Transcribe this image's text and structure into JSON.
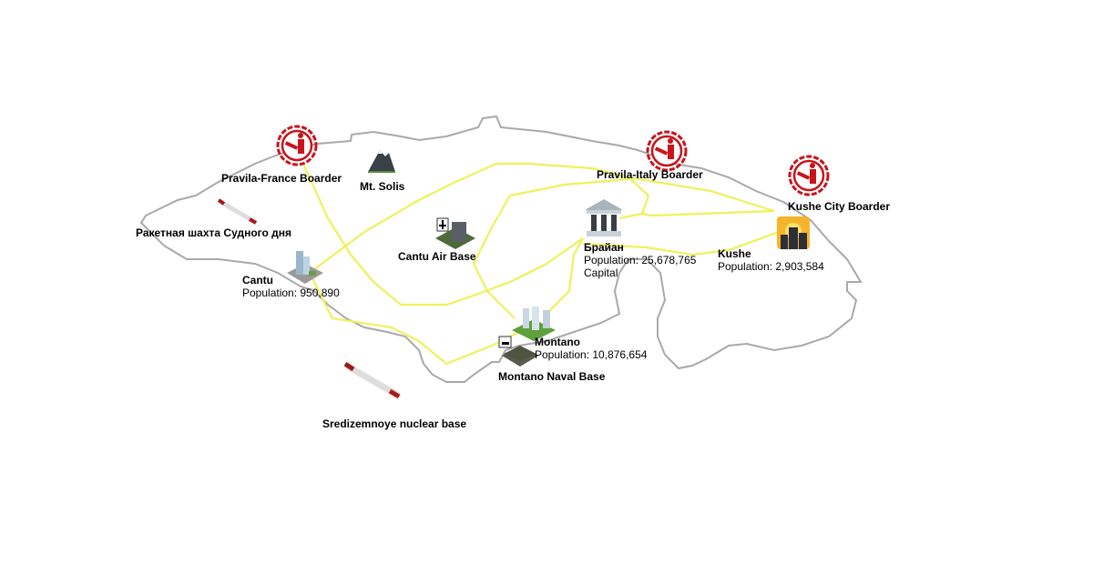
{
  "colors": {
    "coast": "#a8a8ad",
    "road": "#eef25a",
    "border_icon": "#c8141b"
  },
  "places": {
    "pravila_france": {
      "name": "Pravila-France Boarder",
      "icon": "border-guard-icon"
    },
    "pravila_italy": {
      "name": "Pravila-Italy Boarder",
      "icon": "border-guard-icon"
    },
    "kushe_city_border": {
      "name": "Kushe City Boarder",
      "icon": "border-guard-icon"
    },
    "mt_solis": {
      "name": "Mt. Solis",
      "icon": "mountain-icon"
    },
    "missile_silo": {
      "name": "Ракетная шахта Судного дня",
      "icon": "missile-icon"
    },
    "cantu_air_base": {
      "name": "Cantu Air Base",
      "icon": "air-base-icon"
    },
    "cantu": {
      "name": "Cantu",
      "population": "Population: 950,890",
      "icon": "city-icon"
    },
    "brayan": {
      "name": "Брайан",
      "population": "Population: 25,678,765",
      "note": "Capital",
      "icon": "capitol-icon"
    },
    "kushe": {
      "name": "Kushe",
      "population": "Population: 2,903,584",
      "icon": "city-sunset-icon"
    },
    "montano": {
      "name": "Montano",
      "population": "Population: 10,876,654",
      "icon": "city-icon"
    },
    "montano_naval": {
      "name": "Montano Naval Base",
      "icon": "naval-base-icon"
    },
    "sredizemnoye": {
      "name": "Sredizemnoye nuclear base",
      "icon": "missile-icon"
    }
  }
}
